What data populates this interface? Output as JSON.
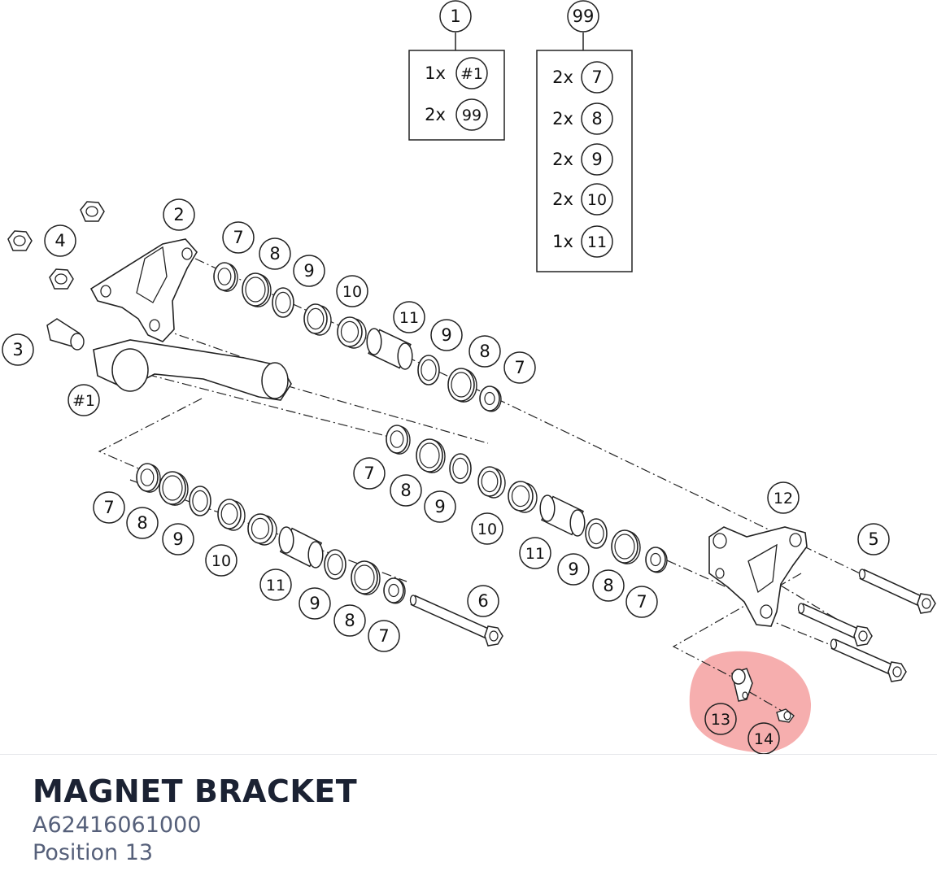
{
  "highlight_color": "#f5a0a0",
  "part": {
    "title": "MAGNET BRACKET",
    "number": "A62416061000",
    "position": "Position 13"
  },
  "kits": [
    {
      "id": "1",
      "items": [
        {
          "qty": "1x",
          "ref": "#1"
        },
        {
          "qty": "2x",
          "ref": "99"
        }
      ]
    },
    {
      "id": "99",
      "items": [
        {
          "qty": "2x",
          "ref": "7"
        },
        {
          "qty": "2x",
          "ref": "8"
        },
        {
          "qty": "2x",
          "ref": "9"
        },
        {
          "qty": "2x",
          "ref": "10"
        },
        {
          "qty": "1x",
          "ref": "11"
        }
      ]
    }
  ],
  "callouts": [
    "2",
    "4",
    "3",
    "#1",
    "7",
    "8",
    "9",
    "10",
    "11",
    "9",
    "8",
    "7",
    "7",
    "8",
    "9",
    "10",
    "11",
    "9",
    "8",
    "7",
    "7",
    "8",
    "9",
    "10",
    "11",
    "9",
    "8",
    "7",
    "12",
    "5",
    "6",
    "13",
    "14"
  ]
}
